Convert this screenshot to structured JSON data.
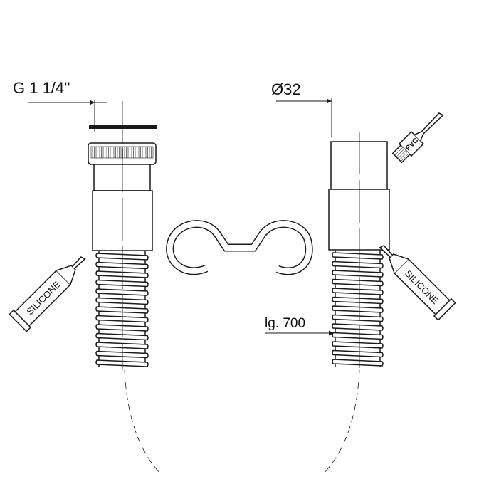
{
  "labels": {
    "thread_size": "G 1 1/4''",
    "diameter": "Ø32",
    "length": "lg. 700",
    "silicone_left": "SILICONE",
    "silicone_right": "SILICONE",
    "brush": "PVC"
  },
  "colors": {
    "line": "#1a1a1a",
    "background": "#ffffff"
  }
}
